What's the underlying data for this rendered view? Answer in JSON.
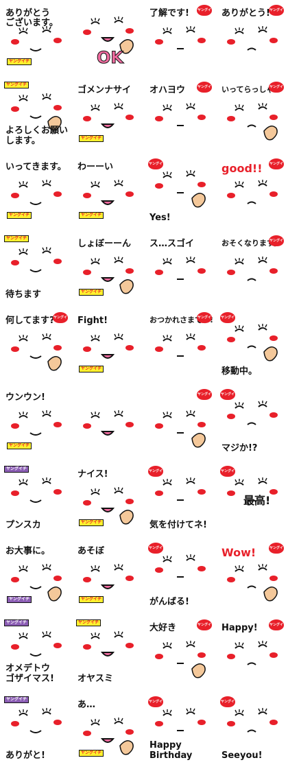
{
  "brand_tag": "ヤングイチ",
  "colors": {
    "red": "#e8202a",
    "yellow": "#fff12e",
    "purple": "#8b5db4",
    "skin": "#f4c89a",
    "pink": "#f06ca0"
  },
  "cells": [
    {
      "id": "arigatou-gozaimasu",
      "caption": "ありがとう\nございます。",
      "pos": "top",
      "tag": "yellow"
    },
    {
      "id": "ok",
      "caption": "OK",
      "pos": "bottom",
      "style": "pinkbig"
    },
    {
      "id": "ryoukai",
      "caption": "了解です!",
      "pos": "top",
      "tag": "heart"
    },
    {
      "id": "arigatou",
      "caption": "ありがとう!",
      "pos": "top",
      "tag": "heart"
    },
    {
      "id": "yoroshiku",
      "caption": "よろしくお願い\nします。",
      "pos": "bottom",
      "tag": "yellow"
    },
    {
      "id": "gomennasai",
      "caption": "ゴメンナサイ",
      "pos": "top",
      "tag": "yellow"
    },
    {
      "id": "ohayou",
      "caption": "オハヨウ",
      "pos": "top",
      "tag": "heart"
    },
    {
      "id": "itterasshai",
      "caption": "いってらっしゃい",
      "pos": "top",
      "tag": "heart"
    },
    {
      "id": "ittekimasu",
      "caption": "いってきます。",
      "pos": "top",
      "tag": "yellow"
    },
    {
      "id": "waai",
      "caption": "わーーい",
      "pos": "top",
      "tag": "yellow"
    },
    {
      "id": "yes",
      "caption": "Yes!",
      "pos": "bottom",
      "tag": "heart"
    },
    {
      "id": "good",
      "caption": "good!!",
      "pos": "top",
      "style": "red",
      "tag": "heart"
    },
    {
      "id": "machimasu",
      "caption": "待ちます",
      "pos": "bottom",
      "tag": "yellow"
    },
    {
      "id": "shobo-n",
      "caption": "しょぼーーん",
      "pos": "top",
      "tag": "yellow"
    },
    {
      "id": "sugoi",
      "caption": "ス…スゴイ",
      "pos": "top"
    },
    {
      "id": "osokunarimasu",
      "caption": "おそくなります。",
      "pos": "top",
      "tag": "heart"
    },
    {
      "id": "nanishitemasu",
      "caption": "何してます?",
      "pos": "top",
      "tag": "heart"
    },
    {
      "id": "fight",
      "caption": "Fight!",
      "pos": "top",
      "tag": "yellow"
    },
    {
      "id": "otsukaresama",
      "caption": "おつかれさまです!",
      "pos": "top",
      "tag": "heart"
    },
    {
      "id": "idouchuu",
      "caption": "移動中。",
      "pos": "bottom",
      "tag": "heart"
    },
    {
      "id": "unun",
      "caption": "ウンウン!",
      "pos": "top",
      "tag": "yellow"
    },
    {
      "id": "question",
      "caption": "",
      "pos": "top"
    },
    {
      "id": "peek",
      "caption": "",
      "pos": "top",
      "tag": "heart"
    },
    {
      "id": "majika",
      "caption": "マジか!?",
      "pos": "bottom",
      "tag": "heart"
    },
    {
      "id": "punsuka",
      "caption": "プンスカ",
      "pos": "bottom",
      "tag": "purple"
    },
    {
      "id": "nice",
      "caption": "ナイス!",
      "pos": "top",
      "tag": "yellow"
    },
    {
      "id": "kiwotsukete",
      "caption": "気を付けてネ!",
      "pos": "bottom",
      "tag": "heart"
    },
    {
      "id": "saikou",
      "caption": "最高!",
      "pos": "mid",
      "tag": "heart"
    },
    {
      "id": "odaijini",
      "caption": "お大事に。",
      "pos": "top",
      "tag": "purple"
    },
    {
      "id": "asobo",
      "caption": "あそぼ",
      "pos": "top",
      "tag": "yellow"
    },
    {
      "id": "ganbaru",
      "caption": "がんばる!",
      "pos": "bottom",
      "tag": "heart"
    },
    {
      "id": "wow",
      "caption": "Wow!",
      "pos": "top",
      "style": "red",
      "tag": "heart"
    },
    {
      "id": "omedetou",
      "caption": "オメデトウ\nゴザイマス!",
      "pos": "bottom",
      "tag": "purple"
    },
    {
      "id": "oyasumi",
      "caption": "オヤスミ",
      "pos": "bottom",
      "tag": "yellow"
    },
    {
      "id": "daisuki",
      "caption": "大好き",
      "pos": "top",
      "tag": "heart"
    },
    {
      "id": "happy",
      "caption": "Happy!",
      "pos": "top",
      "tag": "heart"
    },
    {
      "id": "arigato-end",
      "caption": "ありがと!",
      "pos": "bottom",
      "tag": "purple"
    },
    {
      "id": "a",
      "caption": "あ…",
      "pos": "top",
      "tag": "yellow"
    },
    {
      "id": "happy-birthday",
      "caption": "Happy\nBirthday",
      "pos": "bottom",
      "tag": "heart"
    },
    {
      "id": "seeyou",
      "caption": "Seeyou!",
      "pos": "bottom",
      "tag": "heart"
    }
  ]
}
